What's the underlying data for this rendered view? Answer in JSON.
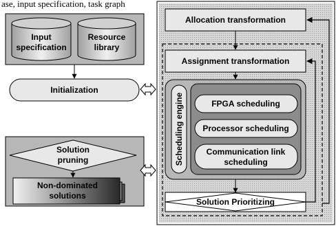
{
  "header_fragment": "ase, input specification, task graph",
  "inputs": {
    "input_specification": [
      "Input",
      "specification"
    ],
    "resource_library": [
      "Resource",
      "library"
    ]
  },
  "initialization": "Initialization",
  "pruning": {
    "solution_pruning": [
      "Solution",
      "pruning"
    ],
    "non_dominated": [
      "Non-dominated",
      "solutions"
    ]
  },
  "flow": {
    "allocation": "Allocation transformation",
    "assignment": "Assignment transformation",
    "scheduling_engine": "Scheduling engine",
    "fpga": "FPGA scheduling",
    "processor": "Processor scheduling",
    "comm_link": [
      "Communication link",
      "scheduling"
    ],
    "prioritizing": "Solution Prioritizing"
  },
  "colors": {
    "panel_fill": "#b7b7b7",
    "dark_engine": "#8c8c8c",
    "light_box": "#e8e8e8",
    "border": "#000000"
  }
}
